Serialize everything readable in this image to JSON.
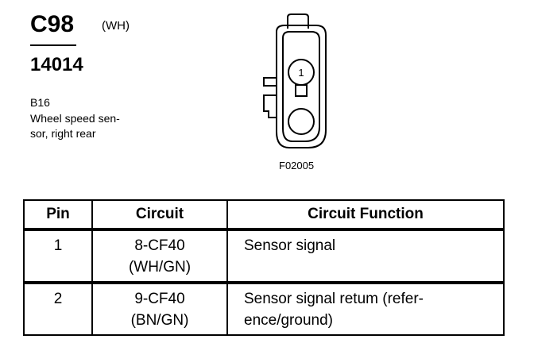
{
  "connector": {
    "id": "C98",
    "color_code": "(WH)",
    "part_number": "14014",
    "component_code": "B16",
    "component_description": "Wheel speed sen-\nsor, right rear"
  },
  "diagram": {
    "pin_label": "1",
    "figure_id": "F02005"
  },
  "table": {
    "headers": {
      "pin": "Pin",
      "circuit": "Circuit",
      "function": "Circuit Function"
    },
    "rows": [
      {
        "pin": "1",
        "circuit_line1": "8-CF40",
        "circuit_line2": "(WH/GN)",
        "function_line1": "Sensor signal",
        "function_line2": ""
      },
      {
        "pin": "2",
        "circuit_line1": "9-CF40",
        "circuit_line2": "(BN/GN)",
        "function_line1": "Sensor signal retum (refer-",
        "function_line2": "ence/ground)"
      }
    ]
  }
}
